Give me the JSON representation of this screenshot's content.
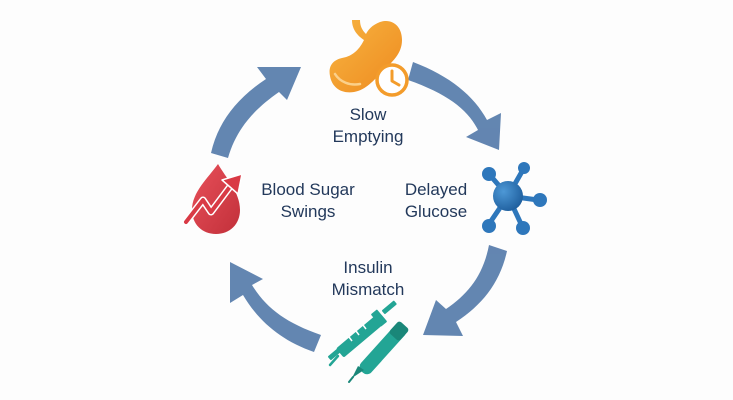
{
  "diagram": {
    "steps": [
      {
        "id": "slow",
        "line1": "Slow",
        "line2": "Emptying",
        "icon": "stomach-clock-icon"
      },
      {
        "id": "delayed",
        "line1": "Delayed",
        "line2": "Glucose",
        "icon": "molecule-icon"
      },
      {
        "id": "insulin",
        "line1": "Insulin",
        "line2": "Mismatch",
        "icon": "syringe-pen-icon"
      },
      {
        "id": "blood",
        "line1": "Blood Sugar",
        "line2": "Swings",
        "icon": "blood-drop-trend-icon"
      }
    ],
    "colors": {
      "arrow": "#5b7fad",
      "text": "#23395b",
      "stomach": "#f39c2b",
      "molecule": "#2e77bb",
      "syringe": "#23a595",
      "drop": "#d93a45"
    }
  }
}
